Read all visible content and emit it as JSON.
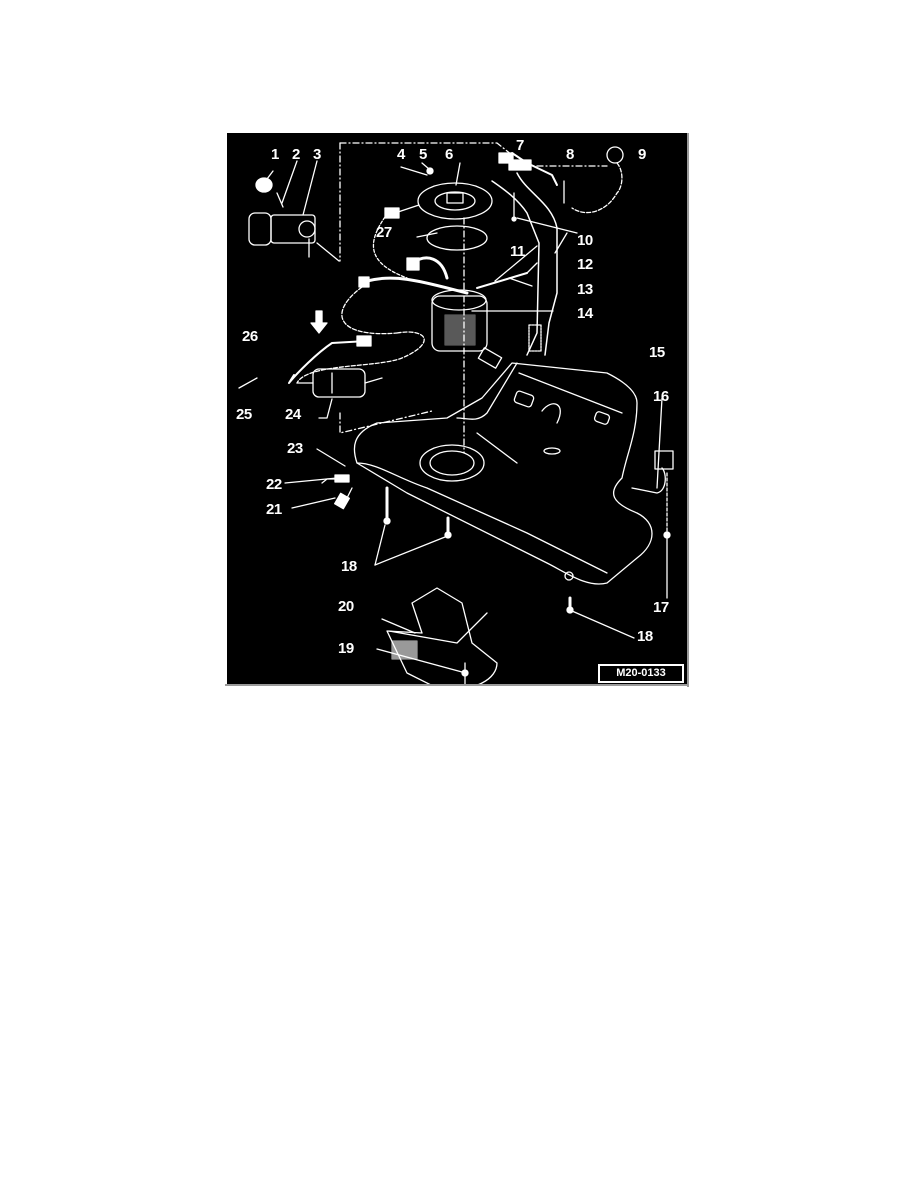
{
  "figure": {
    "reference_code": "M20-0133",
    "description": "Exploded view of fuel tank assembly",
    "colors": {
      "background": "#000000",
      "line": "#ffffff",
      "frame": "#9a9a9a",
      "page": "#ffffff"
    },
    "callouts": [
      {
        "id": "1",
        "label": "1"
      },
      {
        "id": "2",
        "label": "2"
      },
      {
        "id": "3",
        "label": "3"
      },
      {
        "id": "4",
        "label": "4"
      },
      {
        "id": "5",
        "label": "5"
      },
      {
        "id": "6",
        "label": "6"
      },
      {
        "id": "7",
        "label": "7"
      },
      {
        "id": "8",
        "label": "8"
      },
      {
        "id": "9",
        "label": "9"
      },
      {
        "id": "10",
        "label": "10"
      },
      {
        "id": "11",
        "label": "11"
      },
      {
        "id": "12",
        "label": "12"
      },
      {
        "id": "13",
        "label": "13"
      },
      {
        "id": "14",
        "label": "14"
      },
      {
        "id": "15",
        "label": "15"
      },
      {
        "id": "16",
        "label": "16"
      },
      {
        "id": "17",
        "label": "17"
      },
      {
        "id": "18a",
        "label": "18"
      },
      {
        "id": "18b",
        "label": "18"
      },
      {
        "id": "19",
        "label": "19"
      },
      {
        "id": "20",
        "label": "20"
      },
      {
        "id": "21",
        "label": "21"
      },
      {
        "id": "22",
        "label": "22"
      },
      {
        "id": "23",
        "label": "23"
      },
      {
        "id": "24",
        "label": "24"
      },
      {
        "id": "25",
        "label": "25"
      },
      {
        "id": "26",
        "label": "26"
      },
      {
        "id": "27",
        "label": "27"
      }
    ]
  }
}
